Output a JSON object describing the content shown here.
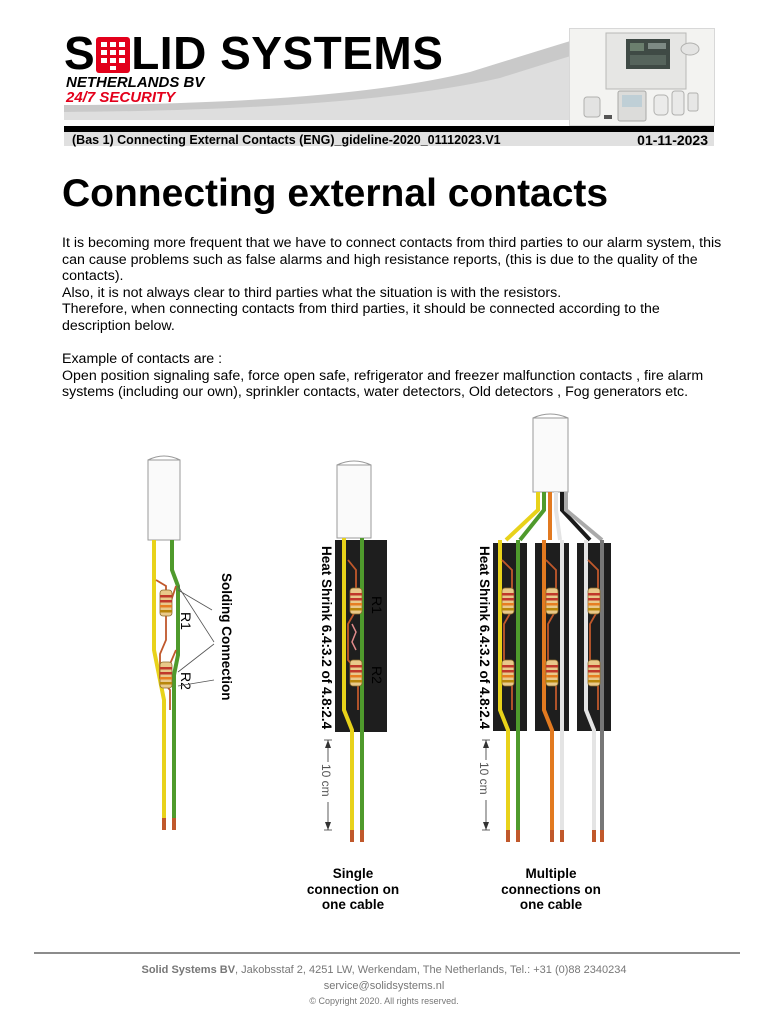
{
  "header": {
    "logo_part1": "S",
    "logo_part2": "LID SYSTEMS",
    "logo_line1": "NETHERLANDS BV",
    "logo_line2": "24/7 SECURITY",
    "document_ref": "(Bas 1) Connecting External Contacts (ENG)_gideline-2020_01112023.V1",
    "date": "01-11-2023",
    "brand_red": "#e3001b"
  },
  "content": {
    "title": "Connecting external contacts",
    "intro_1": "It is becoming more frequent that we have to connect contacts from third parties to our alarm system, this can cause problems such as false alarms and high resistance reports, (this is due to the quality of the contacts).",
    "intro_2": "Also, it is not always clear to third parties what the situation is with the resistors.",
    "intro_3": "Therefore, when connecting contacts from third parties, it should be connected according to the description below.",
    "examples_heading": "Example of contacts are :",
    "examples_text": "Open position signaling safe, force open safe, refrigerator and freezer malfunction contacts , fire alarm systems (including our own), sprinkler contacts, water detectors, Old detectors , Fog generators etc."
  },
  "diagram": {
    "r1_label": "R1",
    "r2_label": "R2",
    "solding_label": "Solding Connection",
    "heat_shrink_label": "Heat Shrink 6.4:3.2 of 4.8:2.4",
    "length_label": "10 cm",
    "caption_single": "Single connection on one cable",
    "caption_multiple": "Multiple connections on one cable",
    "wire_colors": {
      "yellow": "#e8d21a",
      "green": "#4f9a2c",
      "orange": "#e27a20",
      "white": "#f2f2f2",
      "black": "#1a1a1a",
      "copper": "#c0582b"
    }
  },
  "footer": {
    "company": "Solid Systems BV",
    "address": ",  Jakobsstaf 2, 4251 LW, Werkendam, The Netherlands, Tel.: +31 (0)88 2340234",
    "email": "service@solidsystems.nl",
    "copyright": "© Copyright 2020. All rights reserved."
  }
}
